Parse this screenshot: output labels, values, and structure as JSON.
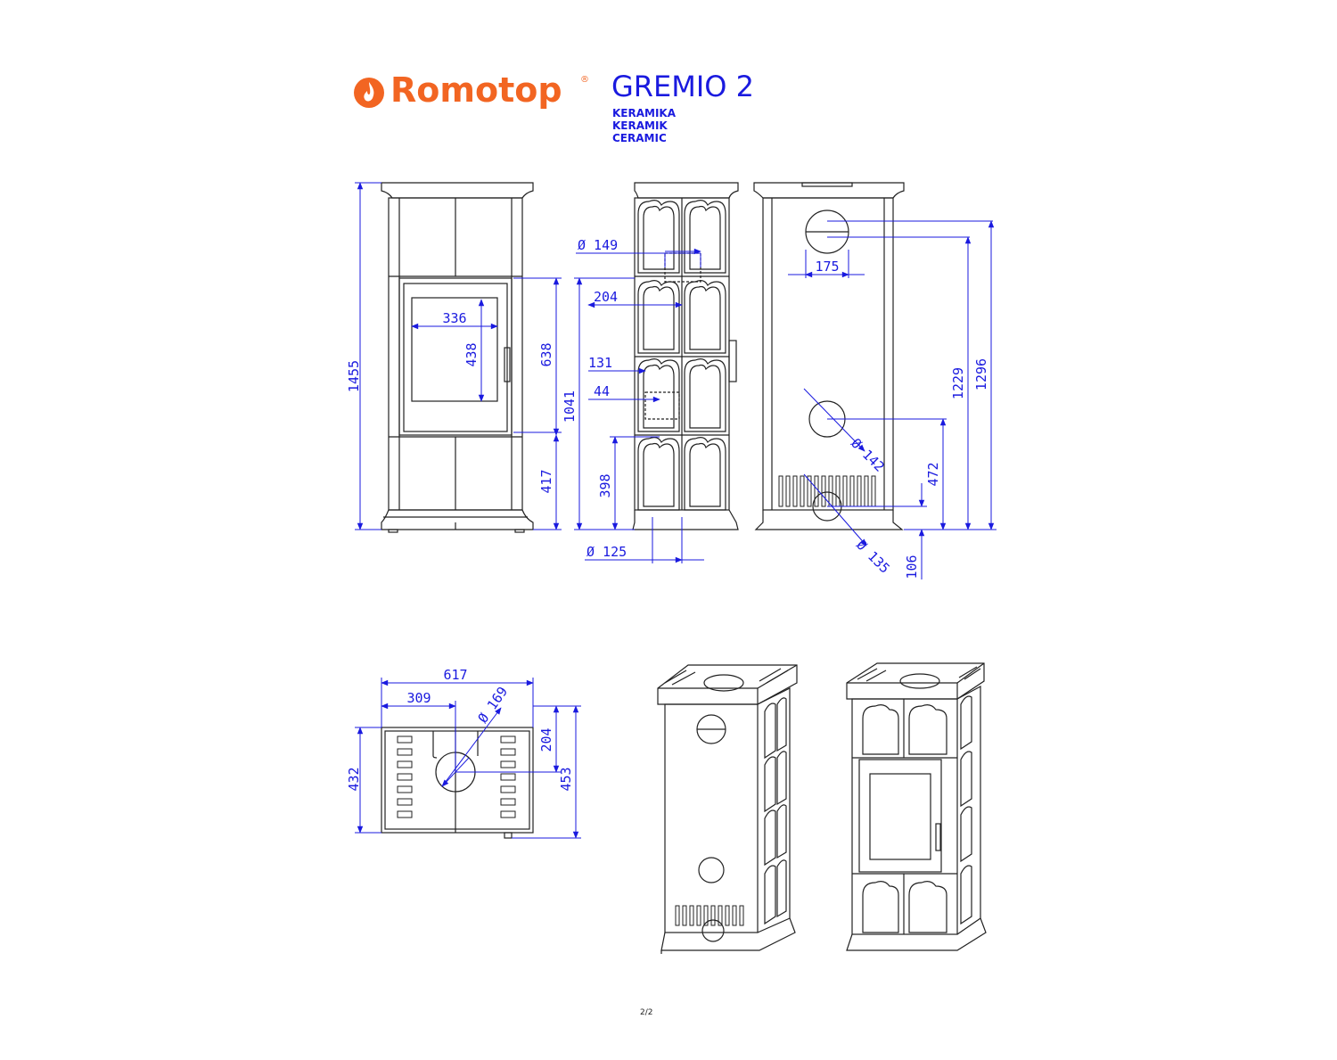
{
  "brand": {
    "name": "Romotop",
    "reg": "®",
    "color": "#f26522"
  },
  "title": {
    "model": "GREMIO 2",
    "variants": [
      "KERAMIKA",
      "KERAMIK",
      "CERAMIC"
    ],
    "color": "#1a1adf"
  },
  "dimensions": {
    "front": {
      "height_total": "1455",
      "door_height": "638",
      "base_height": "417",
      "glass_width": "336",
      "glass_height": "438"
    },
    "side": {
      "flue_diameter": "Ø 149",
      "flue_offset": "204",
      "air_offset_1": "131",
      "air_offset_2": "44",
      "overall": "1041",
      "air_height": "398",
      "air_diameter": "Ø 125"
    },
    "rear": {
      "flue_width": "175",
      "flue_height_1": "1229",
      "flue_height_2": "1296",
      "rear_flue_diameter": "Ø 142",
      "rear_flue_height": "472",
      "air_inlet_diameter": "Ø 135",
      "air_inlet_height": "106"
    },
    "plan": {
      "width": "617",
      "flue_center_x": "309",
      "flue_diameter": "Ø 169",
      "depth_inner": "432",
      "flue_center_y": "204",
      "depth_total": "453"
    }
  },
  "dimension_color": "#1a1adf",
  "page": "2/2"
}
